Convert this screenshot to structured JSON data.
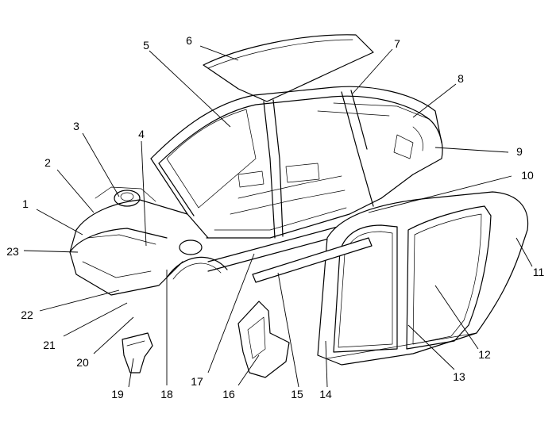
{
  "callouts": [
    {
      "id": "1"
    },
    {
      "id": "2"
    },
    {
      "id": "3"
    },
    {
      "id": "4"
    },
    {
      "id": "5"
    },
    {
      "id": "6"
    },
    {
      "id": "7"
    },
    {
      "id": "8"
    },
    {
      "id": "9"
    },
    {
      "id": "10"
    },
    {
      "id": "11"
    },
    {
      "id": "12"
    },
    {
      "id": "13"
    },
    {
      "id": "14"
    },
    {
      "id": "15"
    },
    {
      "id": "16"
    },
    {
      "id": "17"
    },
    {
      "id": "18"
    },
    {
      "id": "19"
    },
    {
      "id": "20"
    },
    {
      "id": "21"
    },
    {
      "id": "22"
    },
    {
      "id": "23"
    }
  ]
}
